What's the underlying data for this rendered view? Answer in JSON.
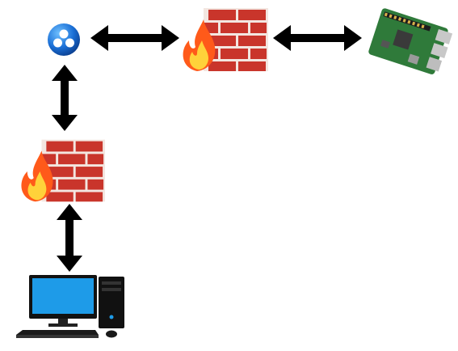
{
  "diagram": {
    "nodes": [
      {
        "id": "internet",
        "icon": "internet-globe-icon",
        "label": ""
      },
      {
        "id": "firewall-gateway",
        "icon": "firewall-icon",
        "label": ""
      },
      {
        "id": "raspberry-pi",
        "icon": "raspberry-pi-board-icon",
        "label": ""
      },
      {
        "id": "firewall-host",
        "icon": "firewall-icon",
        "label": ""
      },
      {
        "id": "desktop-pc",
        "icon": "desktop-computer-icon",
        "label": ""
      }
    ],
    "links": [
      {
        "from": "internet",
        "to": "firewall-gateway",
        "direction": "bidirectional"
      },
      {
        "from": "firewall-gateway",
        "to": "raspberry-pi",
        "direction": "bidirectional"
      },
      {
        "from": "internet",
        "to": "firewall-host",
        "direction": "bidirectional"
      },
      {
        "from": "firewall-host",
        "to": "desktop-pc",
        "direction": "bidirectional"
      }
    ],
    "colors": {
      "brick": "#c9352b",
      "mortar": "#f3e6e0",
      "flame_outer": "#ff5a1a",
      "flame_inner": "#ffd23a",
      "globe": "#1a6fd6",
      "arrow": "#000000",
      "board": "#2f7a3a",
      "screen": "#1e9be8"
    }
  }
}
